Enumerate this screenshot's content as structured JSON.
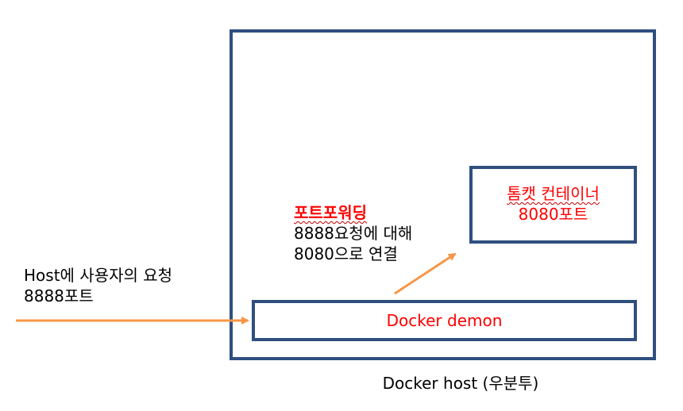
{
  "colors": {
    "box_border": "#2f4f7f",
    "arrow": "#f79646",
    "label_red": "#ff0000",
    "text": "#000000"
  },
  "host_request": {
    "line1": "Host에 사용자의 요청",
    "line2": "8888포트"
  },
  "port_forwarding": {
    "title": "포트포워딩",
    "line1": "8888요청에 대해",
    "line2": "8080으로 연결"
  },
  "tomcat_container": {
    "line1": "톰캣 컨테이너",
    "line2": "8080포트"
  },
  "docker_daemon": {
    "label": "Docker demon"
  },
  "docker_host": {
    "label": "Docker host (우분투)"
  }
}
